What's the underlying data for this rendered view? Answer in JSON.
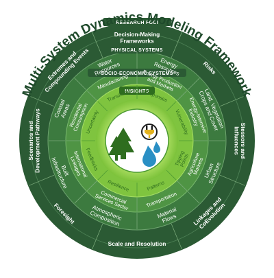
{
  "title": "Multi-System Dynamics Modeling Framework",
  "bands": {
    "research_foci": "RESEARCH FOCI",
    "physical_systems": "PHYSICAL SYSTEMS",
    "socio_economic_systems": "SOCIO-ECONOMIC SYSTEMS",
    "insights": "INSIGHTS"
  },
  "outer_ring": [
    {
      "key": "risks",
      "lines": [
        "Risks"
      ]
    },
    {
      "key": "stressors",
      "lines": [
        "Stessors and",
        "Influences"
      ]
    },
    {
      "key": "linkages",
      "lines": [
        "Linkages and",
        "CoEvolution"
      ]
    },
    {
      "key": "scale",
      "lines": [
        "Scale and Resolution"
      ]
    },
    {
      "key": "foresight",
      "lines": [
        "Foresight"
      ]
    },
    {
      "key": "scenarios",
      "lines": [
        "Scenarios and",
        "Development Pathways"
      ]
    },
    {
      "key": "extremes",
      "lines": [
        "Extremes and",
        "Compounding Events"
      ]
    },
    {
      "key": "decision",
      "lines": [
        "Decision-Making",
        "Frameworks"
      ]
    }
  ],
  "physical_ring": [
    {
      "key": "energy_resources",
      "lines": [
        "Energy",
        "Resources"
      ]
    },
    {
      "key": "land_vegetation",
      "lines": [
        "Land, Vegetation",
        "Crops and Cover"
      ]
    },
    {
      "key": "urban_structure",
      "lines": [
        "Urban",
        "Structure"
      ]
    },
    {
      "key": "material_flows",
      "lines": [
        "Material",
        "Flows"
      ]
    },
    {
      "key": "atmospheric",
      "lines": [
        "Atmospheric",
        "Composition"
      ]
    },
    {
      "key": "built_infra",
      "lines": [
        "Built",
        "Infrastructure"
      ]
    },
    {
      "key": "coastal",
      "lines": [
        "Coastal",
        "Areas"
      ]
    },
    {
      "key": "water_resources",
      "lines": [
        "Water",
        "Resources"
      ]
    }
  ],
  "socio_ring": [
    {
      "key": "energy_prod",
      "lines": [
        "Energy Production",
        "and Markets"
      ]
    },
    {
      "key": "energy_intensive",
      "lines": [
        "Energy-Intensive",
        "Industry"
      ]
    },
    {
      "key": "agriculture",
      "lines": [
        "Agriculture",
        "Markets"
      ]
    },
    {
      "key": "transportation",
      "lines": [
        "Transportation"
      ]
    },
    {
      "key": "commercial",
      "lines": [
        "Commercial",
        "Services Sector"
      ]
    },
    {
      "key": "international",
      "lines": [
        "International",
        "Linkages"
      ]
    },
    {
      "key": "residential",
      "lines": [
        "Residential",
        "Consumption"
      ]
    },
    {
      "key": "manufacturing",
      "lines": [
        "Manufacturing"
      ]
    }
  ],
  "insights_ring": [
    {
      "key": "responses",
      "lines": [
        "Responses"
      ]
    },
    {
      "key": "vulnerability",
      "lines": [
        "Vulnerability"
      ]
    },
    {
      "key": "tipping_points",
      "lines": [
        "Tipping",
        "Points"
      ]
    },
    {
      "key": "patterns",
      "lines": [
        "Patterns"
      ]
    },
    {
      "key": "resilience",
      "lines": [
        "Resilience"
      ]
    },
    {
      "key": "feedbacks",
      "lines": [
        "Feedbacks"
      ]
    },
    {
      "key": "uncertainty",
      "lines": [
        "Uncertainty"
      ]
    },
    {
      "key": "transitions",
      "lines": [
        "Transitions"
      ]
    }
  ],
  "center_icons": [
    "trees-icon",
    "power-plug-icon",
    "water-drops-icon"
  ],
  "colors": {
    "outer": "#2b5a34",
    "physical": "#3c7a3f",
    "socio": "#4f9444",
    "insights_outer": "#8fcf45",
    "insights_inner": "#5fae32",
    "center": "#ffffff",
    "title": "#1f4a2b"
  }
}
